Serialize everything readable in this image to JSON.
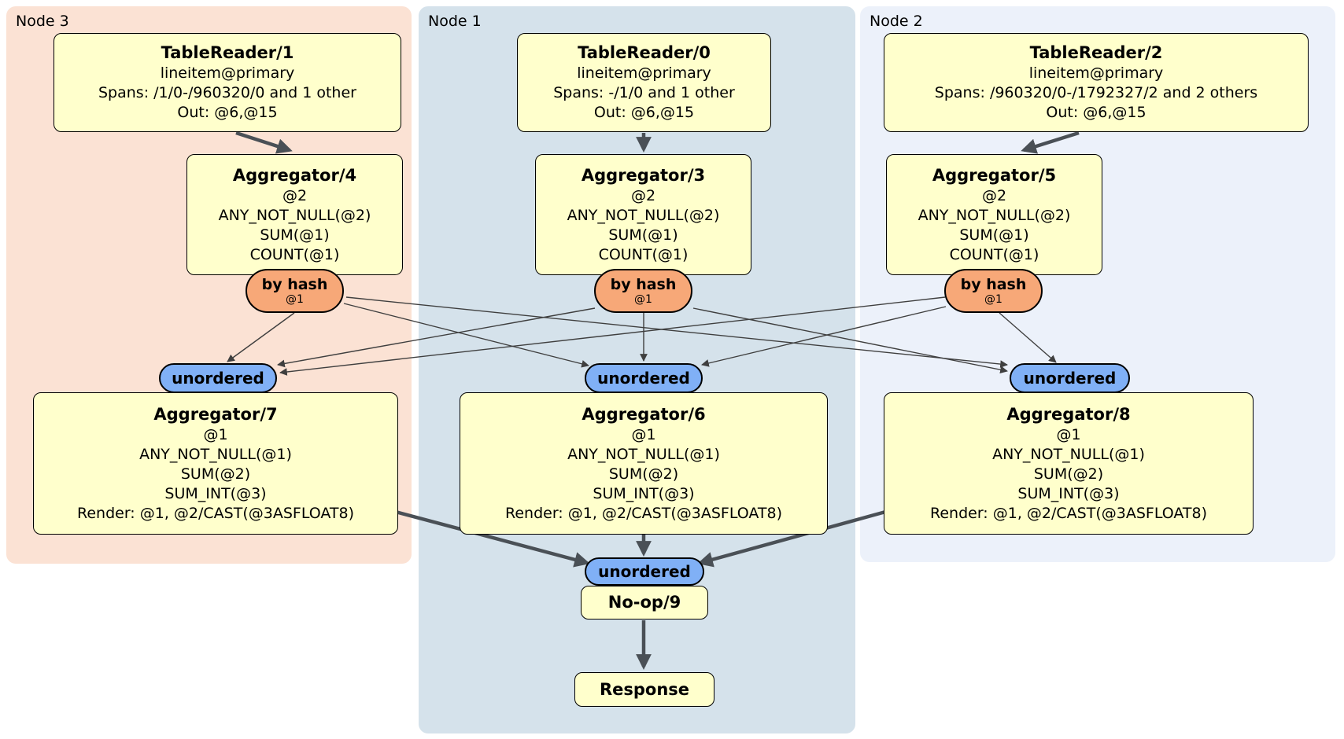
{
  "regions": {
    "node3": {
      "label": "Node 3"
    },
    "node1": {
      "label": "Node 1"
    },
    "node2": {
      "label": "Node 2"
    }
  },
  "processors": {
    "tablereader1": {
      "title": "TableReader/1",
      "lines": [
        "lineitem@primary",
        "Spans: /1/0-/960320/0 and 1 other",
        "Out: @6,@15"
      ]
    },
    "tablereader0": {
      "title": "TableReader/0",
      "lines": [
        "lineitem@primary",
        "Spans: -/1/0 and 1 other",
        "Out: @6,@15"
      ]
    },
    "tablereader2": {
      "title": "TableReader/2",
      "lines": [
        "lineitem@primary",
        "Spans: /960320/0-/1792327/2 and 2 others",
        "Out: @6,@15"
      ]
    },
    "aggregator4": {
      "title": "Aggregator/4",
      "lines": [
        "@2",
        "ANY_NOT_NULL(@2)",
        "SUM(@1)",
        "COUNT(@1)"
      ]
    },
    "aggregator3": {
      "title": "Aggregator/3",
      "lines": [
        "@2",
        "ANY_NOT_NULL(@2)",
        "SUM(@1)",
        "COUNT(@1)"
      ]
    },
    "aggregator5": {
      "title": "Aggregator/5",
      "lines": [
        "@2",
        "ANY_NOT_NULL(@2)",
        "SUM(@1)",
        "COUNT(@1)"
      ]
    },
    "aggregator7": {
      "title": "Aggregator/7",
      "lines": [
        "@1",
        "ANY_NOT_NULL(@1)",
        "SUM(@2)",
        "SUM_INT(@3)",
        "Render: @1, @2/CAST(@3ASFLOAT8)"
      ]
    },
    "aggregator6": {
      "title": "Aggregator/6",
      "lines": [
        "@1",
        "ANY_NOT_NULL(@1)",
        "SUM(@2)",
        "SUM_INT(@3)",
        "Render: @1, @2/CAST(@3ASFLOAT8)"
      ]
    },
    "aggregator8": {
      "title": "Aggregator/8",
      "lines": [
        "@1",
        "ANY_NOT_NULL(@1)",
        "SUM(@2)",
        "SUM_INT(@3)",
        "Render: @1, @2/CAST(@3ASFLOAT8)"
      ]
    },
    "noop9": {
      "title": "No-op/9"
    },
    "response": {
      "title": "Response"
    }
  },
  "routers": {
    "by_hash_node3": {
      "label": "by hash",
      "key": "@1"
    },
    "by_hash_node1": {
      "label": "by hash",
      "key": "@1"
    },
    "by_hash_node2": {
      "label": "by hash",
      "key": "@1"
    }
  },
  "streams": {
    "unordered_node3": {
      "label": "unordered"
    },
    "unordered_node1": {
      "label": "unordered"
    },
    "unordered_node2": {
      "label": "unordered"
    },
    "unordered_final": {
      "label": "unordered"
    }
  },
  "colors": {
    "processor_fill": "#ffffcc",
    "router_fill": "#f7a878",
    "stream_fill": "#80b0f6",
    "node3_bg": "#fbe2d4",
    "node1_bg": "#d5e2eb",
    "node2_bg": "#ecf1fa",
    "edge": "#40474d"
  }
}
